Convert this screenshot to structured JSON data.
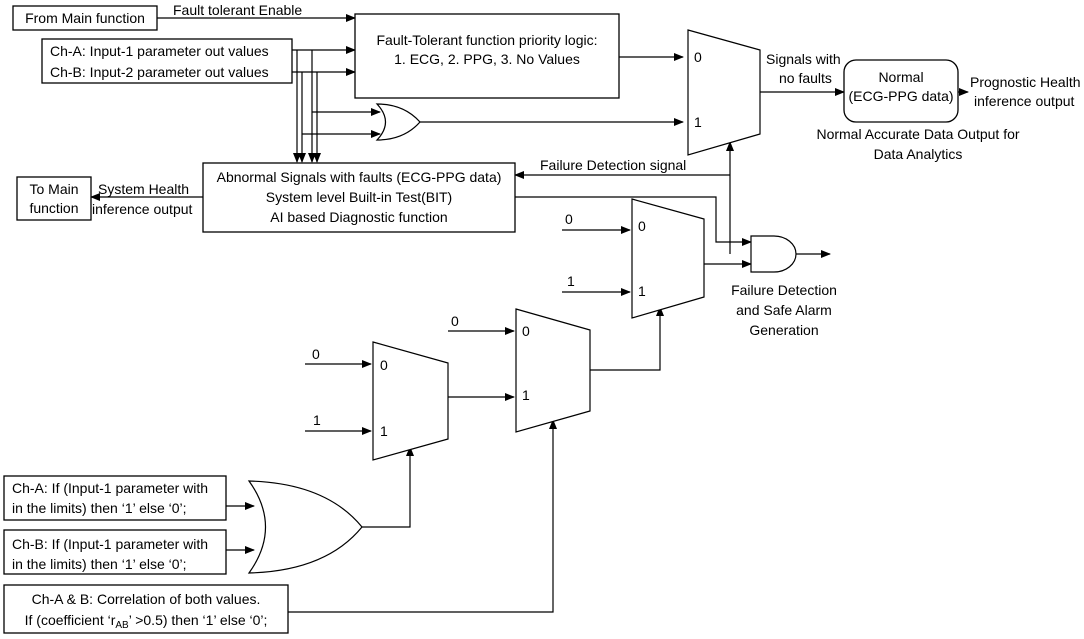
{
  "boxes": {
    "from_main": "From Main function",
    "ch_a_input": "Ch-A: Input-1 parameter out values",
    "ch_b_input": "Ch-B: Input-2 parameter out values",
    "priority_logic": [
      "Fault-Tolerant function priority logic:",
      "1. ECG, 2. PPG, 3. No Values"
    ],
    "abnormal": [
      "Abnormal Signals with faults (ECG-PPG data)",
      "System level Built-in Test(BIT)",
      "AI based Diagnostic function"
    ],
    "to_main": [
      "To Main",
      "function"
    ],
    "normal": [
      "Normal",
      "(ECG-PPG data)"
    ],
    "ch_a_cond": [
      "Ch-A: If (Input-1 parameter with",
      "in the limits) then ‘1’ else ‘0’;"
    ],
    "ch_b_cond": [
      "Ch-B: If (Input-1 parameter with",
      "in the limits) then ‘1’ else ‘0’;"
    ],
    "corr": {
      "line1": "Ch-A & B: Correlation of both values.",
      "pre": "If (coefficient ‘r",
      "sub": "AB",
      "post": "’ >0.5) then ‘1’ else ‘0’;"
    }
  },
  "labels": {
    "fault_enable": "Fault tolerant Enable",
    "signals_no_faults": [
      "Signals with",
      "no faults"
    ],
    "prognostic": [
      "Prognostic Health",
      "inference output"
    ],
    "normal_accurate": [
      "Normal Accurate Data Output for",
      "Data Analytics"
    ],
    "failure_detection_signal": "Failure Detection signal",
    "system_health": [
      "System Health",
      "inference output"
    ],
    "failure_alarm": [
      "Failure Detection",
      "and Safe Alarm",
      "Generation"
    ]
  },
  "mux": {
    "sel0": "0",
    "sel1": "1",
    "const0": "0",
    "const1": "1"
  }
}
